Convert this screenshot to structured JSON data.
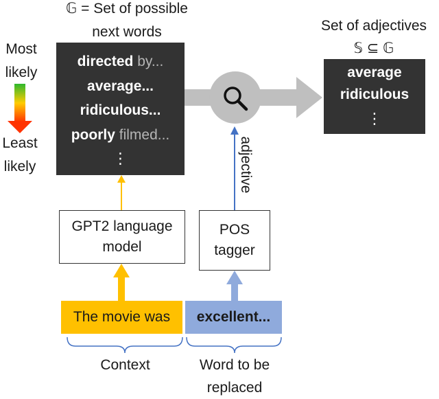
{
  "candidate_set": {
    "title_line1": "𝔾 = Set of possible",
    "title_line2": "next words",
    "rows": [
      {
        "bold": "directed",
        "rest": " by..."
      },
      {
        "bold": "average...",
        "rest": ""
      },
      {
        "bold": "ridiculous...",
        "rest": ""
      },
      {
        "bold": "poorly",
        "rest": " filmed..."
      }
    ],
    "ellipsis": "⋮"
  },
  "likelihood": {
    "top_line1": "Most",
    "top_line2": "likely",
    "bottom_line1": "Least",
    "bottom_line2": "likely",
    "gradient_top": "#2eb82e",
    "gradient_bottom": "#ff3300"
  },
  "adjective_set": {
    "title_line1": "Set of adjectives",
    "title_line2": "𝕊 ⊆ 𝔾",
    "rows": [
      "average",
      "ridiculous"
    ],
    "ellipsis": "⋮"
  },
  "language_model": {
    "line1": "GPT2 language",
    "line2": "model"
  },
  "pos_tagger": {
    "line1": "POS",
    "line2": "tagger"
  },
  "filter_label": "adjective",
  "context": {
    "text": "The movie was",
    "label": "Context",
    "color": "#ffc000"
  },
  "target": {
    "text": "excellent...",
    "label_line1": "Word to be",
    "label_line2": "replaced",
    "color": "#8faadc"
  },
  "colors": {
    "dark_box": "#333333",
    "filter_arrow": "#bfbfbf",
    "gpt_arrow": "#ffc000",
    "pos_arrow": "#8faadc",
    "bracket": "#4472c4"
  },
  "icons": {
    "filter": "magnifier-icon"
  }
}
